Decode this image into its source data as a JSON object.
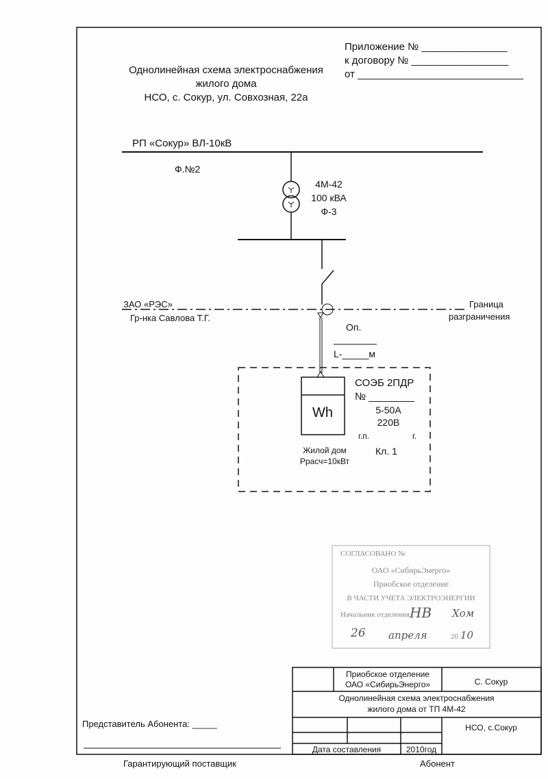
{
  "header": {
    "appendix": "Приложение № _______________",
    "contract": "к договору № _________________",
    "from": "от _____________________________",
    "title_lines": [
      "Однолинейная схема электроснабжения",
      "жилого дома",
      "НСО, с. Сокур, ул. Совхозная, 22а"
    ]
  },
  "diagram": {
    "line_label": "РП «Сокур»  ВЛ-10кВ",
    "feeder": "Ф.№2",
    "transformer": [
      "4М-42",
      "100 кВА",
      "Ф-3"
    ],
    "left_party": "ЗАО «РЭС»",
    "left_party_sub": "Гр-нка Савлова Т.Г.",
    "boundary": [
      "Граница",
      "разграничения"
    ],
    "support": "Оп.",
    "length": "L-_____м",
    "meter_symbol": "Wh",
    "meter_model": "СОЭБ 2ПДР",
    "meter_number": "№ ________",
    "meter_current": "5-50А",
    "meter_voltage": "220В",
    "meter_gp": "г.п.",
    "meter_g": "г.",
    "meter_class": "Кл. 1",
    "consumer": "Жилой дом",
    "power": "Ррасч=10кВт"
  },
  "stamp": {
    "lines": [
      "СОГЛАСОВАНО №",
      "ОАО «СибирьЭнерго»",
      "Приобское отделение",
      "В ЧАСТИ УЧЕТА ЭЛЕКТРОЭНЕРГИИ",
      "Начальник отделения"
    ],
    "signature": "НВ",
    "sig_name": "Хом",
    "day": "26",
    "month": "апреля",
    "year_prefix": "20",
    "year_suffix": "10"
  },
  "title_block": {
    "org": [
      "Приобское отделение",
      "ОАО «СибирьЭнерго»"
    ],
    "place": "С. Сокур",
    "name": [
      "Однолинейная схема электроснабжения",
      "жилого дома от ТП 4М-42"
    ],
    "region": "НСО, с.Сокур",
    "date_label": "Дата составления",
    "year": "2010год"
  },
  "footer": {
    "representative": "Представитель Абонента: _____",
    "supplier": "Гарантирующий поставщик",
    "subscriber": "Абонент"
  }
}
